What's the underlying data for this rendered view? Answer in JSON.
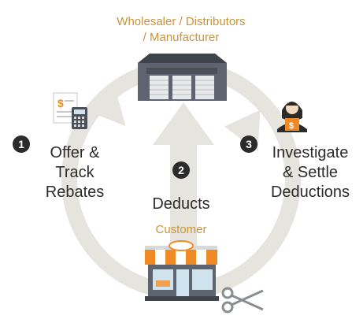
{
  "wholesaler": {
    "line1": "Wholesaler / Distributors",
    "line2": "/ Manufacturer"
  },
  "customer": {
    "label": "Customer"
  },
  "steps": [
    {
      "number": "1",
      "line1": "Offer &",
      "line2": "Track",
      "line3": "Rebates"
    },
    {
      "number": "2",
      "line1": "Deducts"
    },
    {
      "number": "3",
      "line1": "Investigate",
      "line2": "& Settle",
      "line3": "Deductions"
    }
  ],
  "colors": {
    "accent": "#c8943a",
    "text": "#2b2b2b",
    "cycle": "#e6e4df",
    "awning_orange": "#f08a24"
  },
  "icons": [
    "warehouse-icon",
    "store-icon",
    "scissors-icon",
    "calculator-document-icon",
    "agent-dollar-icon"
  ]
}
